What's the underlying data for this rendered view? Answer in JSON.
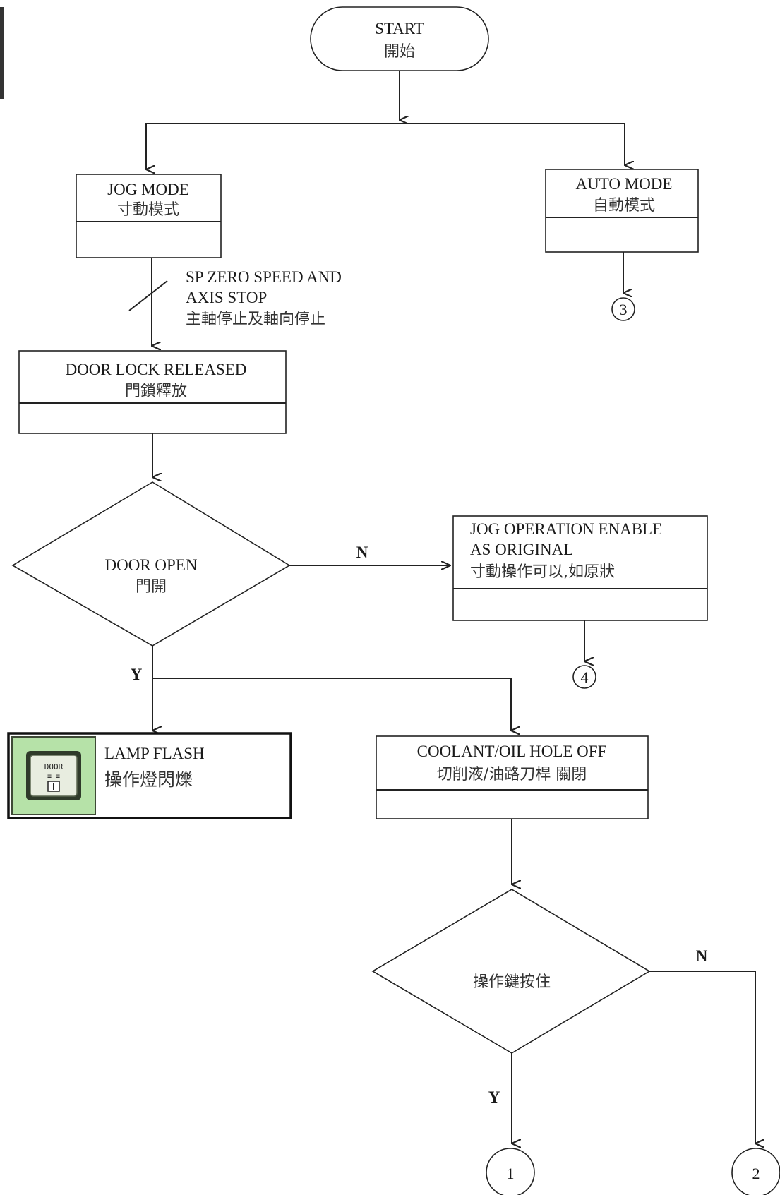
{
  "start": {
    "title": "START",
    "subtitle": "開始"
  },
  "jog_mode": {
    "title": "JOG MODE",
    "subtitle": "寸動模式"
  },
  "auto_mode": {
    "title": "AUTO MODE",
    "subtitle": "自動模式"
  },
  "stop_note": {
    "line1": "SP ZERO SPEED AND",
    "line2": "AXIS STOP",
    "line3": "主軸停止及軸向停止"
  },
  "door_lock": {
    "title": "DOOR LOCK RELEASED",
    "subtitle": "門鎖釋放"
  },
  "door_open": {
    "title": "DOOR OPEN",
    "subtitle": "門開"
  },
  "jog_enable": {
    "line1": "JOG OPERATION ENABLE",
    "line2": "AS ORIGINAL",
    "line3": "寸動操作可以,如原狀"
  },
  "lamp": {
    "title": "LAMP FLASH",
    "subtitle": "操作燈閃爍",
    "icon_label1": "DOOR",
    "icon_label2": "≡ ≡"
  },
  "coolant": {
    "title": "COOLANT/OIL HOLE OFF",
    "subtitle": "切削液/油路刀桿 關閉"
  },
  "key_hold": {
    "title": "操作鍵按住"
  },
  "branches": {
    "door_no": "N",
    "door_yes": "Y",
    "key_no": "N",
    "key_yes": "Y"
  },
  "connectors": {
    "c1": "1",
    "c2": "2",
    "c3": "3",
    "c4": "4"
  },
  "colors": {
    "lamp_bg": "#b6e2a8",
    "lamp_frame": "#3e4a36",
    "line": "#222222"
  }
}
